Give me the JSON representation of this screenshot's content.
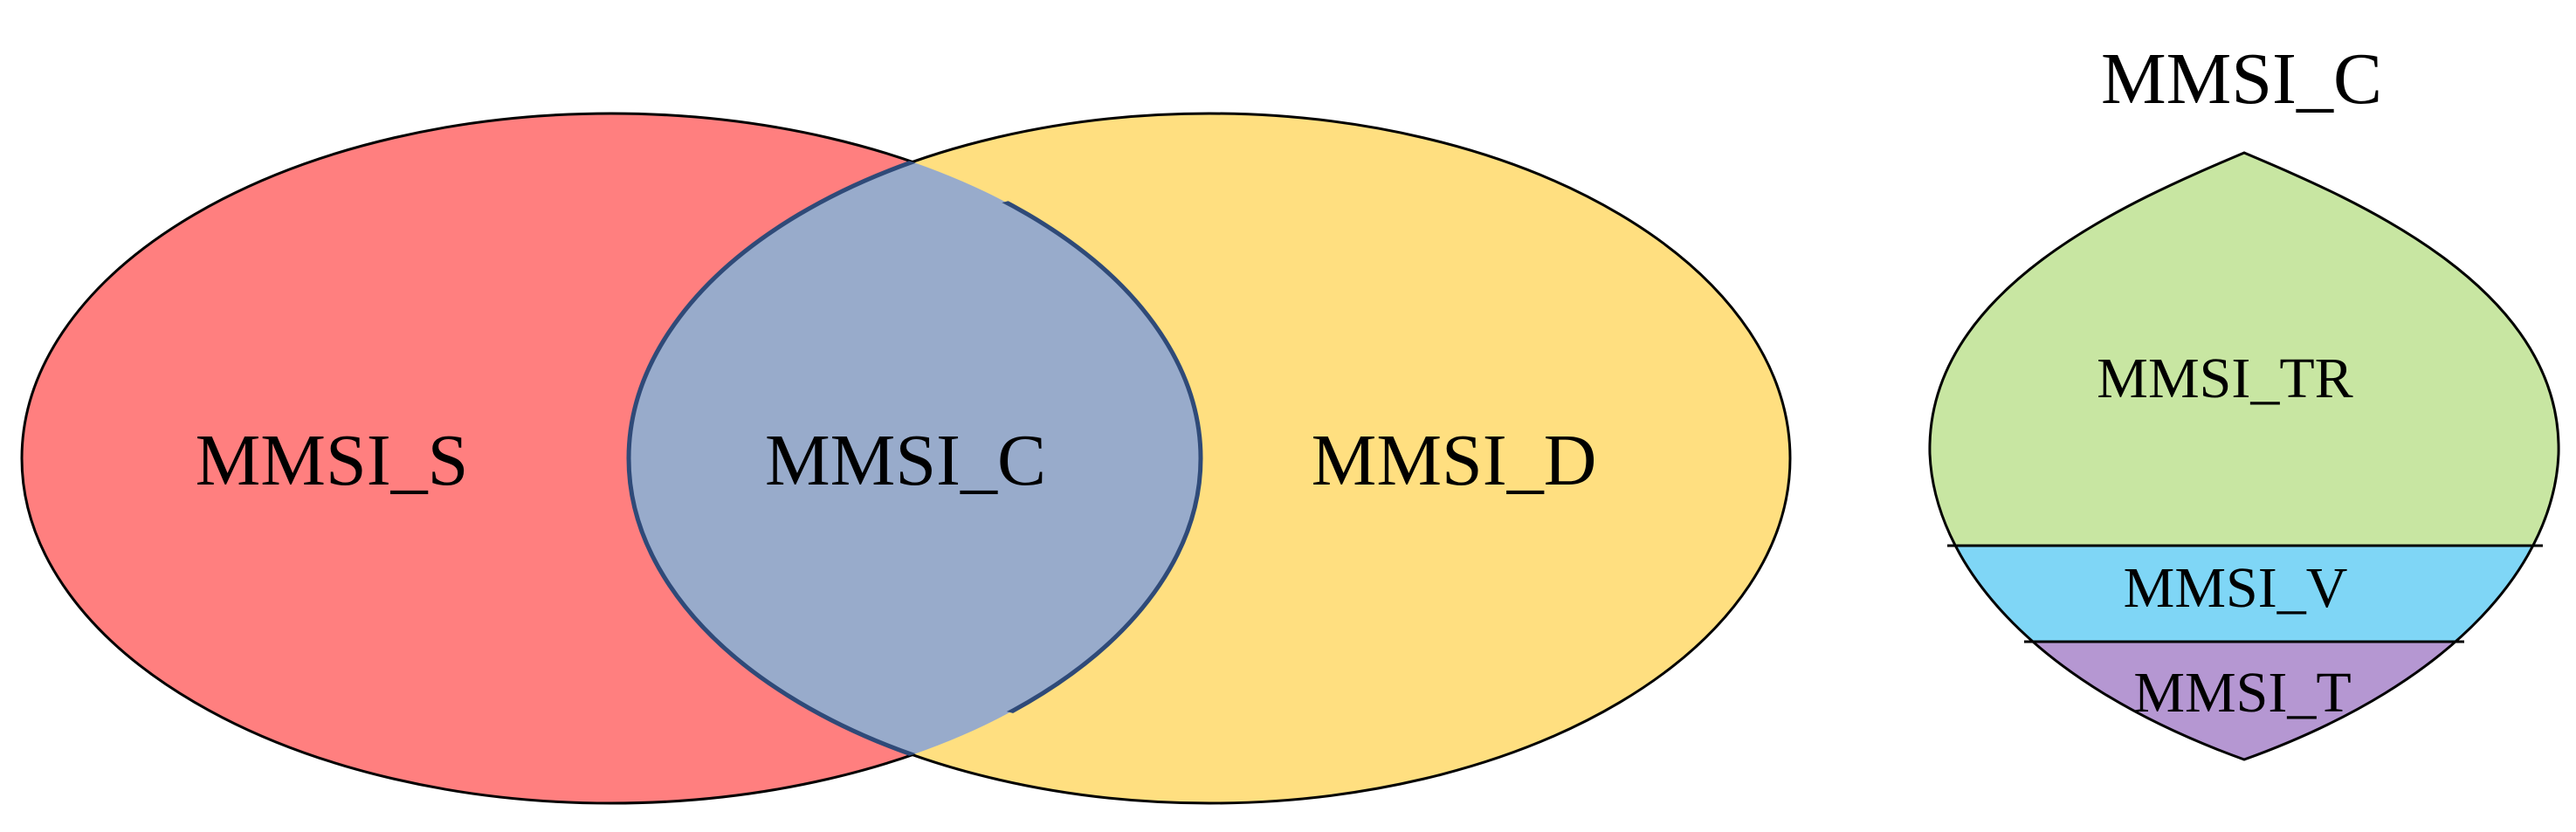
{
  "venn": {
    "left_label": "MMSI_S",
    "center_label": "MMSI_C",
    "right_label": "MMSI_D",
    "colors": {
      "left_fill": "#ff7f7f",
      "right_fill": "#ffdf80",
      "intersection_fill": "#98abcb",
      "intersection_stroke": "#2f4a78",
      "outline": "#000000"
    }
  },
  "breakdown": {
    "title": "MMSI_C",
    "segments": [
      {
        "label": "MMSI_TR",
        "color": "#c8e6a2"
      },
      {
        "label": "MMSI_V",
        "color": "#7fd6f6"
      },
      {
        "label": "MMSI_T",
        "color": "#b597d2"
      }
    ]
  }
}
